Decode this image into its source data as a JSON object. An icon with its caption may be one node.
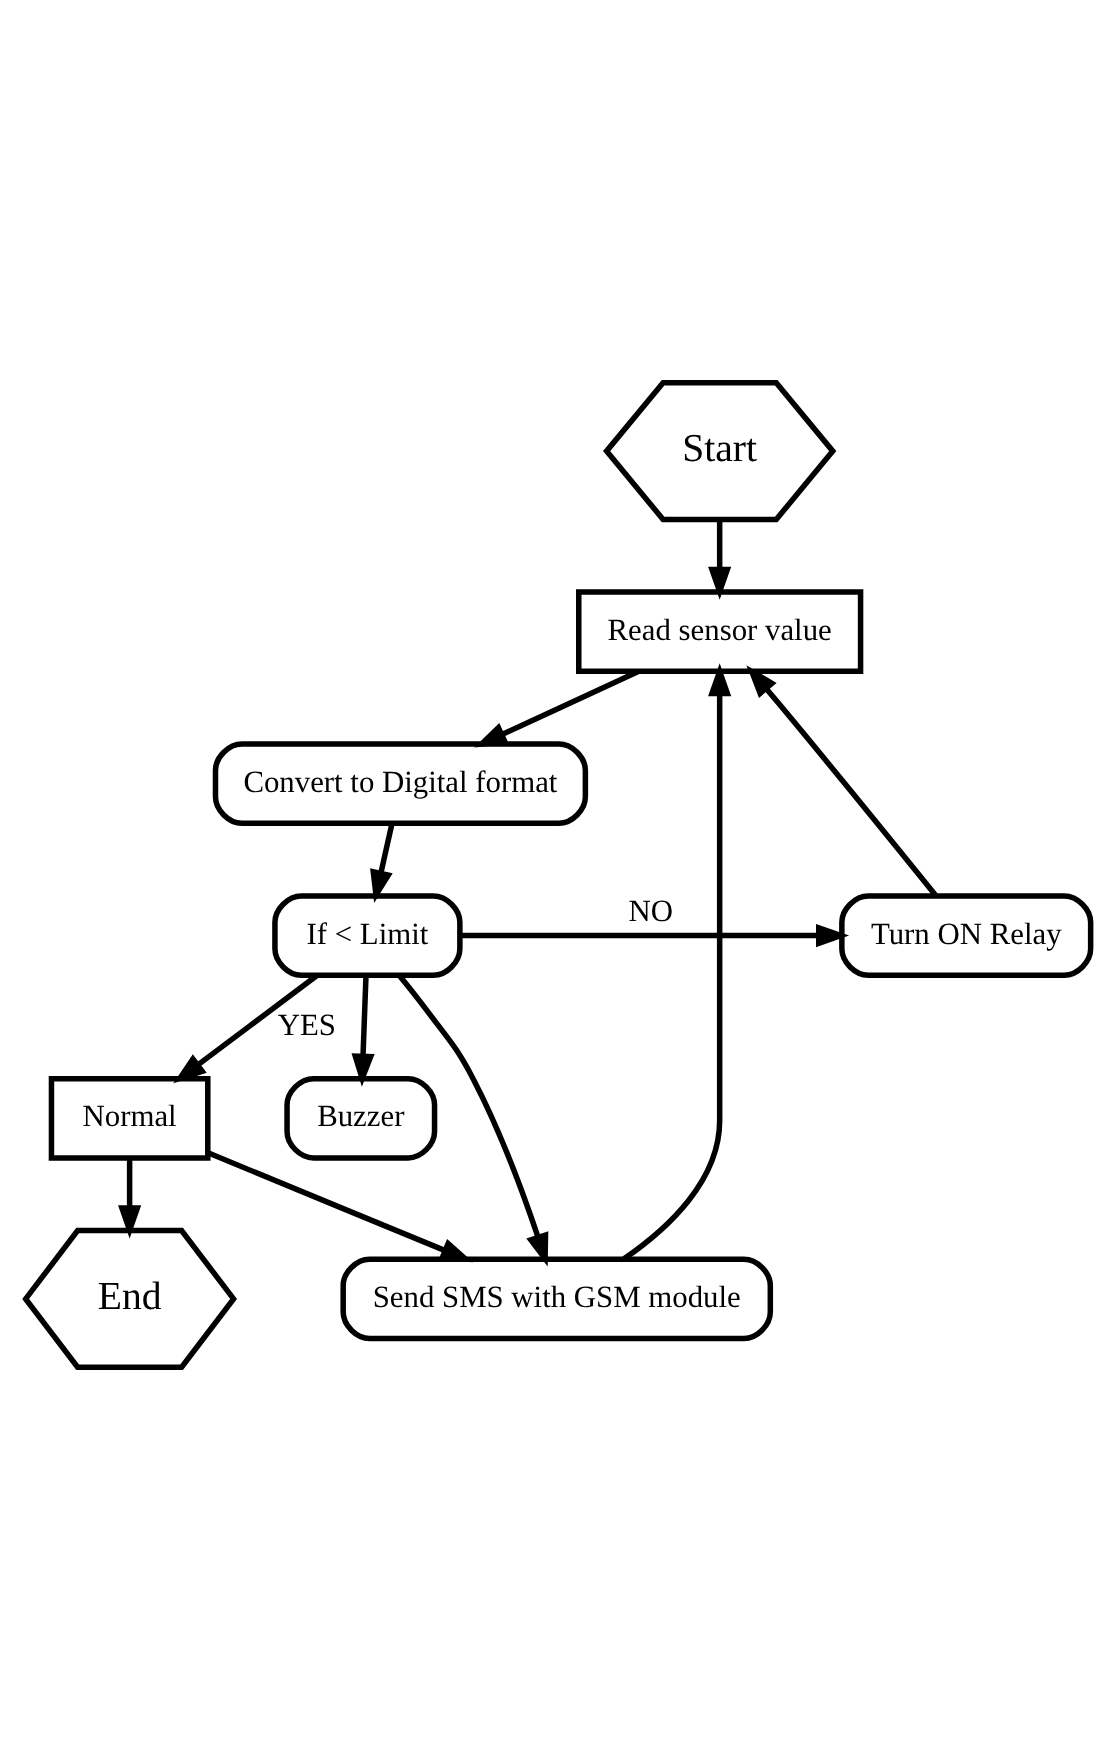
{
  "diagram": {
    "nodes": [
      {
        "text": [
          "Start"
        ]
      },
      {
        "text": [
          "Read sensor value"
        ]
      },
      {
        "text": [
          "Convert to Digital format"
        ]
      },
      {
        "text": [
          "If < Limit"
        ]
      },
      {
        "text": [
          "Buzzer"
        ]
      },
      {
        "text": [
          "Turn ON Relay"
        ]
      },
      {
        "text": [
          "Send SMS with GSM module"
        ]
      },
      {
        "text": [
          "Normal"
        ]
      },
      {
        "text": [
          "End"
        ]
      }
    ],
    "edges": [
      {
        "from": 0,
        "to": 1,
        "arrow": "to"
      },
      {
        "from": 1,
        "to": 2,
        "arrow": "to"
      },
      {
        "from": 2,
        "to": 3,
        "arrow": "to"
      },
      {
        "from": 3,
        "to": 5,
        "arrow": "to",
        "label": "NO"
      },
      {
        "from": 3,
        "to": 4,
        "arrow": "to"
      },
      {
        "from": 3,
        "to": 6,
        "arrow": "to"
      },
      {
        "from": 5,
        "to": 1,
        "arrow": "to"
      },
      {
        "from": 6,
        "to": 1,
        "arrow": "to"
      },
      {
        "from": 3,
        "to": 7,
        "arrow": "to",
        "label": "YES"
      },
      {
        "from": 7,
        "to": 6,
        "arrow": "to"
      },
      {
        "from": 7,
        "to": 8,
        "arrow": "to"
      }
    ]
  }
}
